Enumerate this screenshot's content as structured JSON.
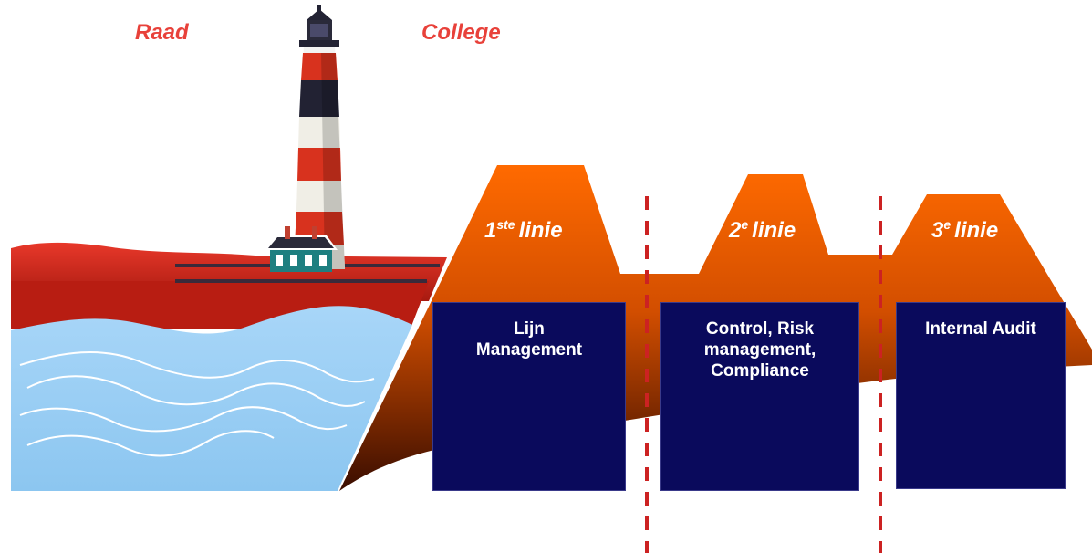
{
  "headers": {
    "left": "Raad",
    "right": "College"
  },
  "colors": {
    "header_text": "#e8413a",
    "mountain_top": "#ff6a00",
    "mountain_bottom": "#401000",
    "water": "#9fd0f5",
    "land_red": "#e03a2a",
    "box_fill": "#0a0a5c",
    "divider": "#cc2222"
  },
  "lines": [
    {
      "number": "1",
      "suffix": "ste",
      "word": "linie",
      "box_text": "Lijn\nManagement"
    },
    {
      "number": "2",
      "suffix": "e",
      "word": "linie",
      "box_text": "Control, Risk\nmanagement,\nCompliance"
    },
    {
      "number": "3",
      "suffix": "e",
      "word": "linie",
      "box_text": "Internal Audit"
    }
  ],
  "icons": {
    "lighthouse": "lighthouse-icon",
    "keeper_house": "house-icon"
  }
}
